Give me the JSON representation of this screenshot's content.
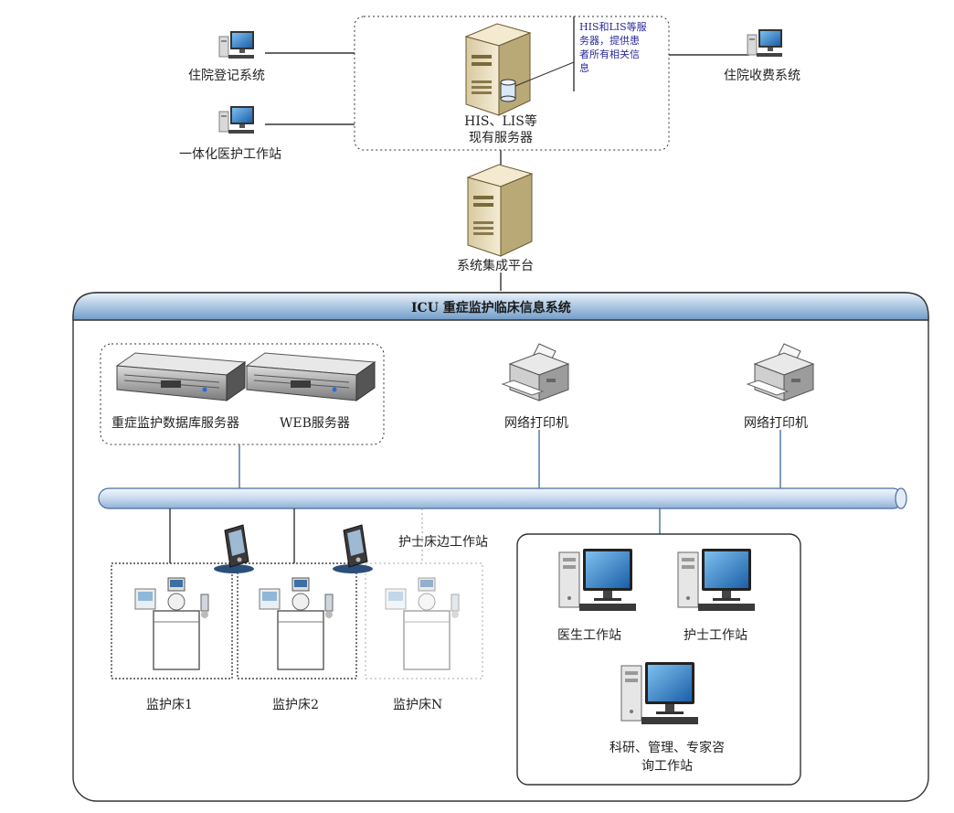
{
  "top": {
    "inpatient_registration": "住院登记系统",
    "integrated_nursing_station": "一体化医护工作站",
    "billing_system": "住院收费系统",
    "his_note": [
      "HIS和LIS等服",
      "务器，提供患",
      "者所有相关信",
      "息"
    ],
    "his_server_label": [
      "HIS、LIS等",
      "现有服务器"
    ],
    "integration_platform": "系统集成平台"
  },
  "icu": {
    "title": "ICU 重症监护临床信息系统",
    "db_server": "重症监护数据库服务器",
    "web_server": "WEB服务器",
    "printer_1": "网络打印机",
    "printer_2": "网络打印机",
    "bedside_station": "护士床边工作站",
    "bed_1": "监护床1",
    "bed_2": "监护床2",
    "bed_n": "监护床N",
    "doctor_station": "医生工作站",
    "nurse_station": "护士工作站",
    "research_station": [
      "科研、管理、专家咨",
      "询工作站"
    ]
  },
  "colors": {
    "banner_top": "#e6f0fa",
    "banner_bottom": "#6f9cc8",
    "bus_fill": "#d7e4f2",
    "bus_stroke": "#4a6fa0",
    "note_text": "#2a2a9c",
    "line": "#333333"
  }
}
